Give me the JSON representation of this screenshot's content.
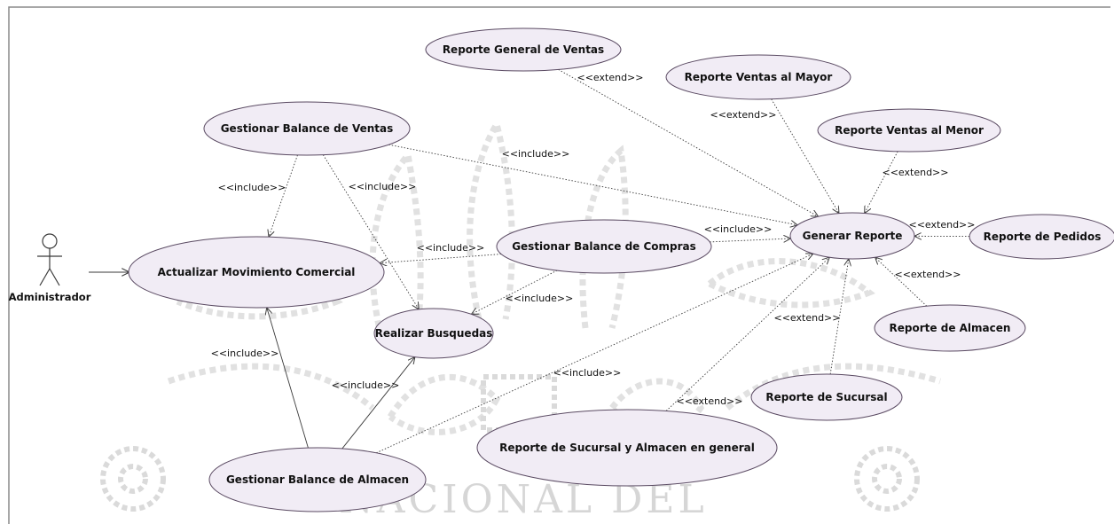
{
  "diagram": {
    "actor": {
      "id": "admin",
      "label": "Administrador"
    },
    "use_cases": [
      {
        "id": "rgv",
        "label": "Reporte General de Ventas"
      },
      {
        "id": "rvma",
        "label": "Reporte Ventas al Mayor"
      },
      {
        "id": "rvme",
        "label": "Reporte Ventas al Menor"
      },
      {
        "id": "gbv",
        "label": "Gestionar Balance de Ventas"
      },
      {
        "id": "gr",
        "label": "Generar Reporte"
      },
      {
        "id": "rp",
        "label": "Reporte de Pedidos"
      },
      {
        "id": "amc",
        "label": "Actualizar Movimiento Comercial"
      },
      {
        "id": "gbc",
        "label": "Gestionar Balance de Compras"
      },
      {
        "id": "ra",
        "label": "Reporte de Almacen"
      },
      {
        "id": "rb",
        "label": "Realizar Busquedas"
      },
      {
        "id": "rs",
        "label": "Reporte de Sucursal"
      },
      {
        "id": "rsag",
        "label": "Reporte de Sucursal y Almacen en general"
      },
      {
        "id": "gba",
        "label": "Gestionar Balance de Almacen"
      }
    ],
    "relations": [
      {
        "id": "r1",
        "label": "<<extend>>"
      },
      {
        "id": "r2",
        "label": "<<extend>>"
      },
      {
        "id": "r3",
        "label": "<<extend>>"
      },
      {
        "id": "r4",
        "label": "<<extend>>"
      },
      {
        "id": "r5",
        "label": "<<extend>>"
      },
      {
        "id": "r6",
        "label": "<<extend>>"
      },
      {
        "id": "r7",
        "label": "<<extend>>"
      },
      {
        "id": "r8",
        "label": "<<include>>"
      },
      {
        "id": "r9",
        "label": "<<include>>"
      },
      {
        "id": "r10",
        "label": "<<include>>"
      },
      {
        "id": "r11",
        "label": "<<include>>"
      },
      {
        "id": "r12",
        "label": "<<include>>"
      },
      {
        "id": "r13",
        "label": "<<include>>"
      },
      {
        "id": "r14",
        "label": "<<include>>"
      },
      {
        "id": "r15",
        "label": "<<include>>"
      },
      {
        "id": "r16",
        "label": "<<include>>"
      }
    ],
    "watermark": {
      "text": "NACIONAL DEL"
    },
    "colors": {
      "usecase_fill": "#f1ecf5",
      "border": "#5a4a62",
      "line": "#3a3a3a",
      "watermark": "#d2d2d2"
    }
  }
}
